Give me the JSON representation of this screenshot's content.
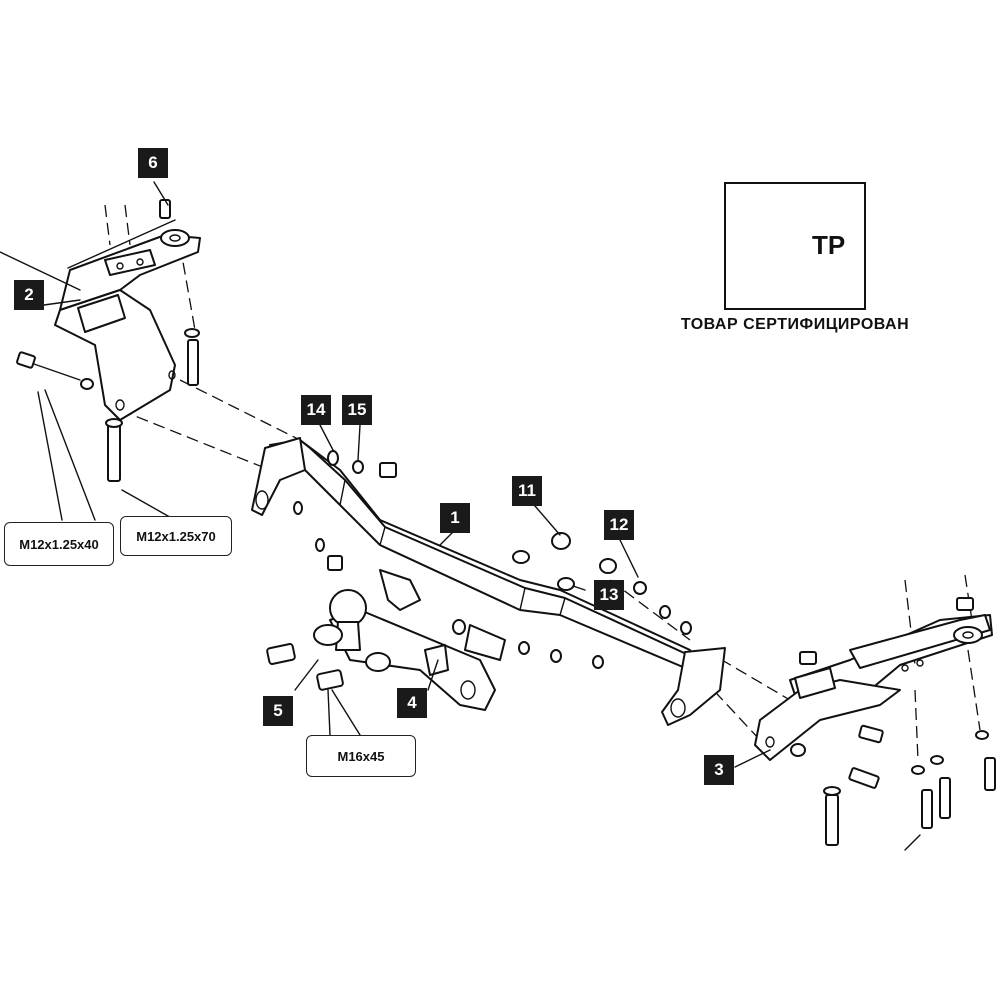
{
  "callouts": {
    "c1": "1",
    "c2": "2",
    "c3": "3",
    "c4": "4",
    "c5": "5",
    "c6": "6",
    "c11": "11",
    "c12": "12",
    "c13": "13",
    "c14": "14",
    "c15": "15"
  },
  "bolt_sizes": {
    "m12x40": "M12x1.25x40",
    "m12x70": "M12x1.25x70",
    "m16x45": "M16x45"
  },
  "certification": {
    "mark_letters": "ТР",
    "text": "ТОВАР СЕРТИФИЦИРОВАН"
  },
  "colors": {
    "line": "#111111",
    "callout_bg": "#1a1a1a",
    "callout_text": "#ffffff",
    "background": "#ffffff"
  }
}
